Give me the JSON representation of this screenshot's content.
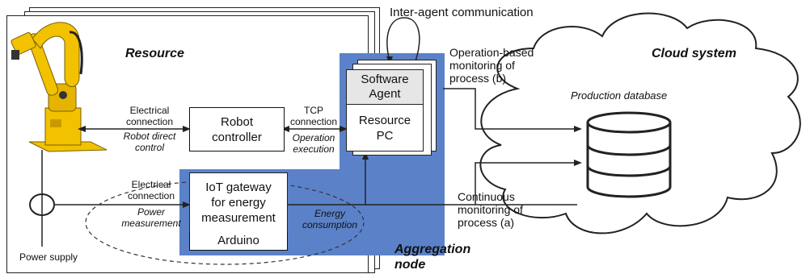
{
  "resource": {
    "title": "Resource"
  },
  "cloud": {
    "title": "Cloud system",
    "database_label": "Production database"
  },
  "robot": {
    "icon": "industrial-robot-arm",
    "color": "#f2c200"
  },
  "robot_link": {
    "line1": "Electrical",
    "line2": "connection",
    "sub": "Robot direct control"
  },
  "robot_controller": {
    "line1": "Robot",
    "line2": "controller"
  },
  "tcp_link": {
    "line1": "TCP",
    "line2": "connection",
    "sub1": "Operation",
    "sub2": "execution"
  },
  "software_agent": {
    "line1": "Software",
    "line2": "Agent"
  },
  "resource_pc": {
    "line1": "Resource",
    "line2": "PC"
  },
  "inter_agent": {
    "label": "Inter-agent communication"
  },
  "operation_monitoring": {
    "line1": "Operation-based",
    "line2": "monitoring of",
    "line3": "process (b)"
  },
  "power_link": {
    "line1": "Electrical",
    "line2": "connection",
    "sub1": "Power",
    "sub2": "measurement"
  },
  "iot_gateway": {
    "line1": "IoT gateway",
    "line2": "for energy",
    "line3": "measurement",
    "board": "Arduino"
  },
  "energy": {
    "line1": "Energy",
    "line2": "consumption"
  },
  "continuous_monitoring": {
    "line1": "Continuous",
    "line2": "monitoring of",
    "line3": "process (a)"
  },
  "aggregation": {
    "line1": "Aggregation",
    "line2": "node"
  },
  "power_supply": {
    "label": "Power supply"
  },
  "colors": {
    "aggregation_fill": "#5b82c8",
    "agent_header_fill": "#e6e6e6"
  }
}
